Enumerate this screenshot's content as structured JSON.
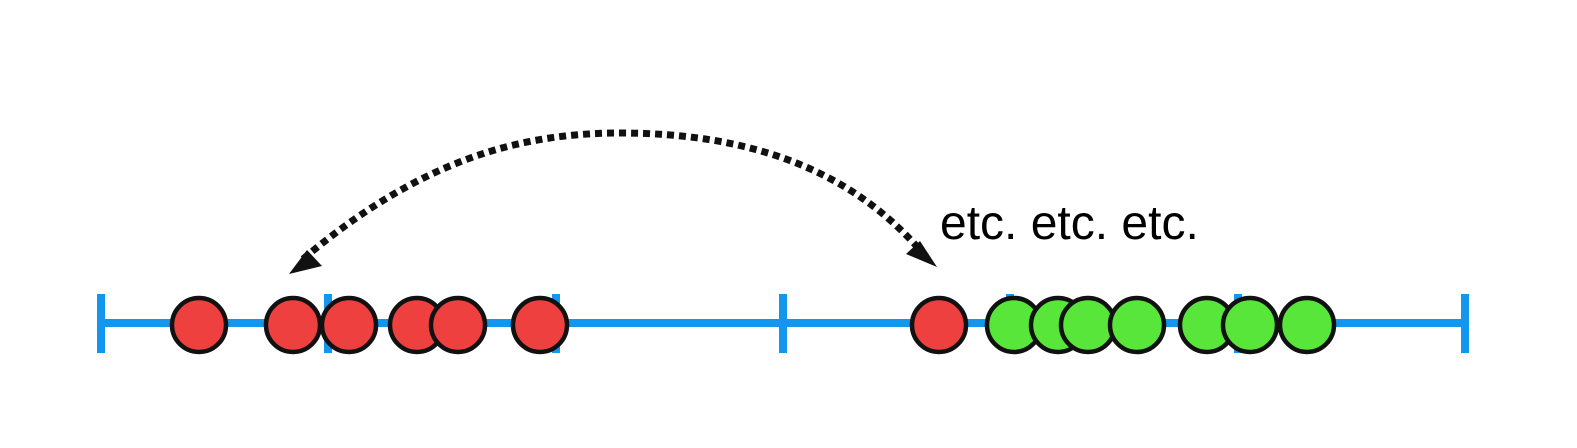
{
  "annotation": {
    "text": "etc. etc. etc."
  },
  "colors": {
    "axis": "#1296ee",
    "red": "#ef4040",
    "green": "#59e63a",
    "outline": "#111111",
    "arrow": "#111111"
  },
  "number_line": {
    "tick_count": 7
  },
  "points": [
    {
      "group": "red"
    },
    {
      "group": "red"
    },
    {
      "group": "red"
    },
    {
      "group": "red"
    },
    {
      "group": "red"
    },
    {
      "group": "red"
    },
    {
      "group": "red"
    },
    {
      "group": "green"
    },
    {
      "group": "green"
    },
    {
      "group": "green"
    },
    {
      "group": "green"
    },
    {
      "group": "green"
    },
    {
      "group": "green"
    },
    {
      "group": "green"
    }
  ],
  "arrow": {
    "style": "dotted",
    "direction": "bidirectional",
    "icon": "curved-double-arrow-icon"
  }
}
